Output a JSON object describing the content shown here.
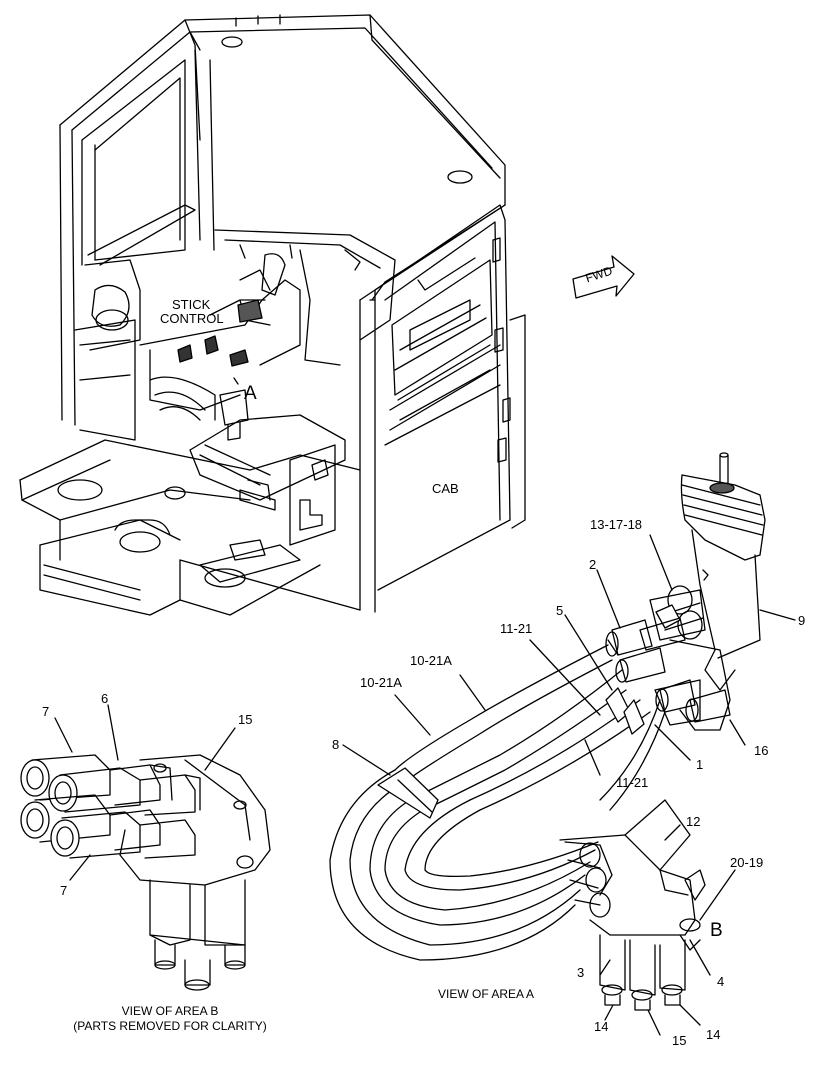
{
  "labels": {
    "stick_control_1": "STICK",
    "stick_control_2": "CONTROL",
    "area_a": "A",
    "area_b": "B",
    "cab": "CAB",
    "fwd": "FWD",
    "p13_17_18": "13-17-18",
    "p2": "2",
    "p9": "9",
    "p5": "5",
    "p11_21_top": "11-21",
    "p10_21a_upper": "10-21A",
    "p10_21a_lower": "10-21A",
    "p8": "8",
    "p1": "1",
    "p16": "16",
    "p11_21_bottom": "11-21",
    "p12": "12",
    "p20_19": "20-19",
    "p4": "4",
    "p3": "3",
    "p14_left": "14",
    "p15_right": "15",
    "p14_right": "14",
    "p7_top": "7",
    "p6": "6",
    "p15_left": "15",
    "p7_bottom": "7"
  },
  "captions": {
    "view_a": "VIEW OF AREA A",
    "view_b_line1": "VIEW OF AREA B",
    "view_b_line2": "(PARTS REMOVED FOR CLARITY)"
  }
}
